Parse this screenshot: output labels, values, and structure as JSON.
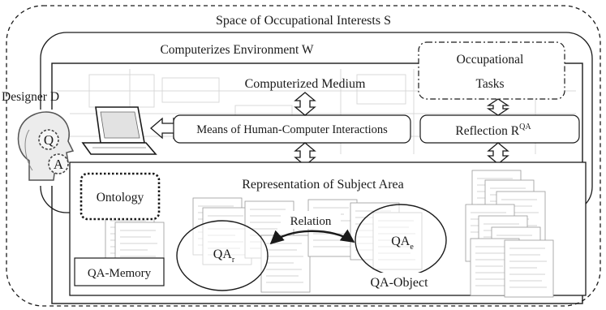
{
  "diagram": {
    "space_title": "Space of Occupational Interests S",
    "environment_title": "Computerizes Environment W",
    "designer_label": "Designer D",
    "medium_label": "Computerized Medium",
    "tasks_line1": "Occupational",
    "tasks_line2": "Tasks",
    "hci_label": "Means of Human-Computer Interactions",
    "reflection_label": "Reflection R",
    "reflection_sup": "QA",
    "subject_area_title": "Representation of Subject Area",
    "ontology_label": "Ontology",
    "qa_memory_label": "QA-Memory",
    "relation_label": "Relation",
    "qa_r_base": "QA",
    "qa_r_sub": "r",
    "qa_e_base": "QA",
    "qa_e_sub": "e",
    "qa_object_label": "QA-Object",
    "head_q": "Q",
    "head_a": "A"
  },
  "colors": {
    "stroke": "#1a1a1a",
    "background": "#ffffff",
    "faint_background": "#d9d9d9",
    "document_stroke": "#9a9a9a"
  },
  "icons": [
    "laptop-icon",
    "designer-head-icon",
    "gear-icon",
    "double-arrow-icon",
    "document-stack-icon"
  ]
}
